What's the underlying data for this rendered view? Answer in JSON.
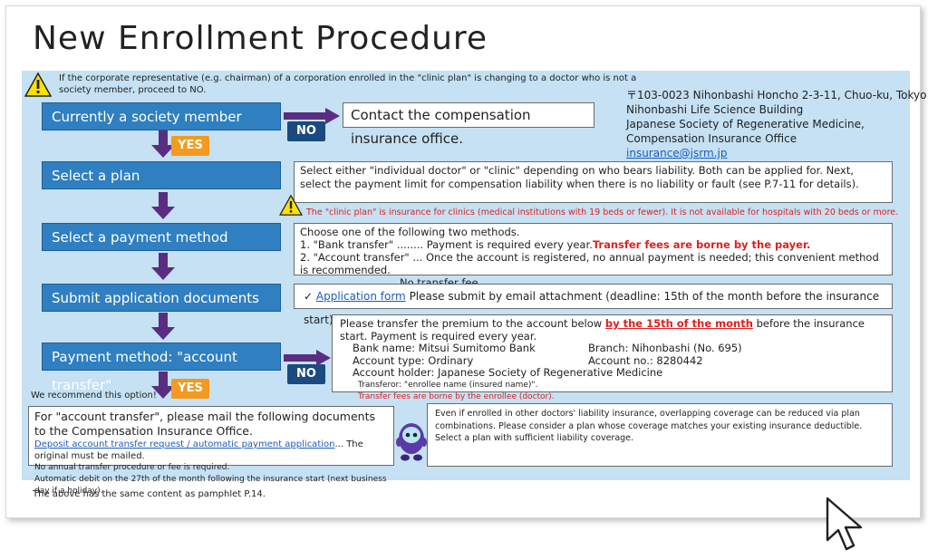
{
  "title": "New Enrollment Procedure",
  "top_warning": "If the corporate representative (e.g. chairman) of a corporation enrolled in the \"clinic plan\" is changing to a doctor who is not a society member, proceed to NO.",
  "steps": [
    "Currently a society member",
    "Select a plan",
    "Select a payment method",
    "Submit application documents",
    "Payment method: \"account transfer\""
  ],
  "contact_box": "Contact the compensation insurance office.",
  "address": {
    "line1": "〒103-0023 Nihonbashi Honcho 2-3-11, Chuo-ku, Tokyo",
    "line2": "Nihonbashi Life Science Building",
    "line3": "Japanese Society of Regenerative Medicine, Compensation Insurance Office",
    "email": "insurance@jsrm.jp"
  },
  "labels": {
    "yes": "YES",
    "no": "NO"
  },
  "plan_box": {
    "text": "Select either \"individual doctor\" or \"clinic\" depending on who bears liability. Both can be applied for. Next, select the payment limit for compensation liability when there is no liability or fault (see P.7-11 for details)."
  },
  "plan_warning": "The \"clinic plan\" is insurance for clinics (medical institutions with 19 beds or fewer). It is not available for hospitals with 20 beds or more.",
  "pay_box": {
    "intro": "Choose one of the following two methods.",
    "opt1_prefix": "1. \"Bank transfer\" ........ Payment is required every year.",
    "opt1_red": "Transfer fees are borne by the payer.",
    "opt2": "2. \"Account transfer\" ... Once the account is registered, no annual payment is needed; this convenient method is recommended.",
    "opt2_note": "No transfer fee."
  },
  "submit_box": {
    "check": "✓",
    "link": "Application form",
    "rest": "Please submit by email attachment (deadline: 15th of the month before the insurance start)."
  },
  "transfer_box": {
    "line1_pre": "Please transfer the premium to the account below",
    "line1_red": "by the 15th of the month",
    "line1_post": "before the insurance start. Payment is required every year.",
    "bank_l": "Bank name: Mitsui Sumitomo Bank",
    "bank_r": "Branch: Nihonbashi (No. 695)",
    "type_l": "Account type: Ordinary",
    "type_r": "Account no.: 8280442",
    "holder": "Account holder: Japanese Society of Regenerative Medicine",
    "note1": "Transferor: \"enrollee name (insured name)\".",
    "note2": "Transfer fees are borne by the enrollee (doctor)."
  },
  "recommend": "We recommend this option!",
  "doc_box": {
    "head": "For \"account transfer\", please mail the following documents to the Compensation Insurance Office.",
    "link": "Deposit account transfer request / automatic payment application",
    "link_post": "... The original must be mailed.",
    "note1": "No annual transfer procedure or fee is required.",
    "note2": "Automatic debit on the 27th of the month following the insurance start (next business day if a holiday)."
  },
  "other_box": "Even if enrolled in other doctors' liability insurance, overlapping coverage can be reduced via plan combinations. Please consider a plan whose coverage matches your existing insurance deductible. Select a plan with sufficient liability coverage.",
  "footer": "The above has the same content as pamphlet P.14.",
  "colors": {
    "step_blue": "#2f7fc1",
    "panel_blue": "#c5e1f3",
    "yes_orange": "#f39a1f",
    "no_navy": "#1a4a80",
    "arrow_purple": "#5a2d82",
    "alert_red": "#e02020",
    "link_blue": "#1a5bc7"
  },
  "icons": {
    "warning": "warning-triangle-icon",
    "arrow_down": "arrow-down-icon",
    "arrow_right": "arrow-right-icon",
    "mascot": "mascot-character-icon",
    "cursor": "mouse-pointer-icon"
  }
}
